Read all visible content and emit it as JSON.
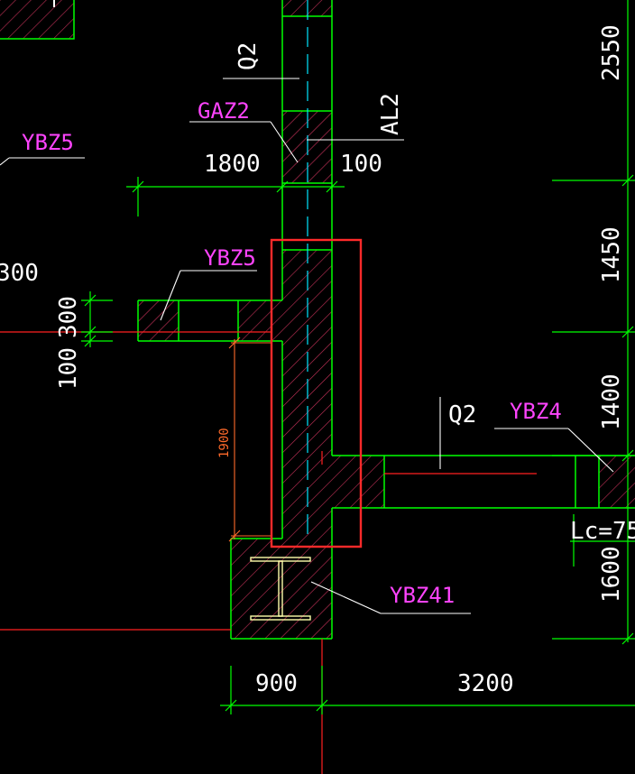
{
  "colors": {
    "background": "#000000",
    "wall": "#00ff00",
    "hatch": "#c8325a",
    "axis": "#ff2020",
    "centerline": "#00e5ff",
    "highlight": "#ff2a2a",
    "white_text": "#ffffff",
    "magenta_text": "#ff44ff",
    "orange_text": "#ff6a2a"
  },
  "labels": {
    "ybz5_left": "YBZ5",
    "ybz5_mid": "YBZ5",
    "gaz2": "GAZ2",
    "q2_top": "Q2",
    "al2": "AL2",
    "q2_right": "Q2",
    "ybz4": "YBZ4",
    "ybz41": "YBZ41",
    "lc": "Lc=75"
  },
  "dimensions": {
    "d1800": "1800",
    "d100_top": "100",
    "d300_left": "300",
    "d300_vert": "300",
    "d100_vert": "100",
    "d1900": "1900",
    "d900": "900",
    "d3200": "3200",
    "d2550": "2550",
    "d1450": "1450",
    "d1400": "1400",
    "d1600": "1600"
  }
}
